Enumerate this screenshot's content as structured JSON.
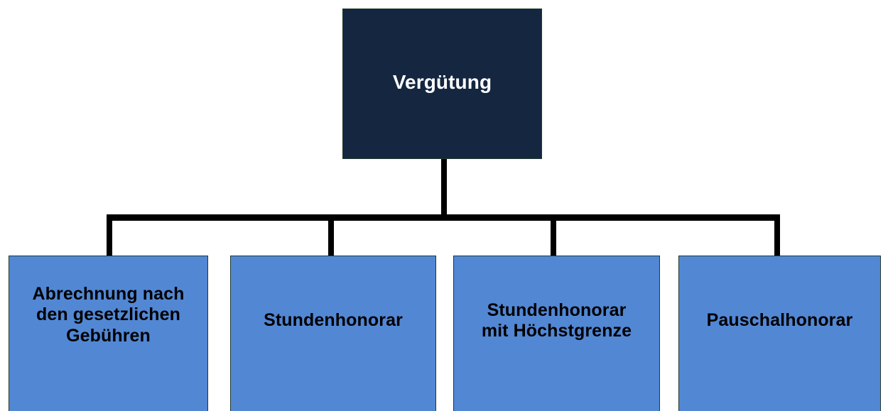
{
  "diagram": {
    "type": "organizational-tree",
    "orientation": "top-down",
    "title": "Vergütung",
    "colors": {
      "root_fill": "#142640",
      "root_text": "#ffffff",
      "child_fill": "#5287d4",
      "child_text": "#000000",
      "border": "#1f3a2e",
      "connector": "#000000",
      "background": "#ffffff"
    },
    "root": {
      "label": "Vergütung"
    },
    "children": [
      {
        "label": "Abrechnung nach\nden gesetzlichen\nGebühren"
      },
      {
        "label": "Stundenhonorar"
      },
      {
        "label": "Stundenhonorar\nmit Höchstgrenze"
      },
      {
        "label": "Pauschalhonorar"
      }
    ]
  }
}
